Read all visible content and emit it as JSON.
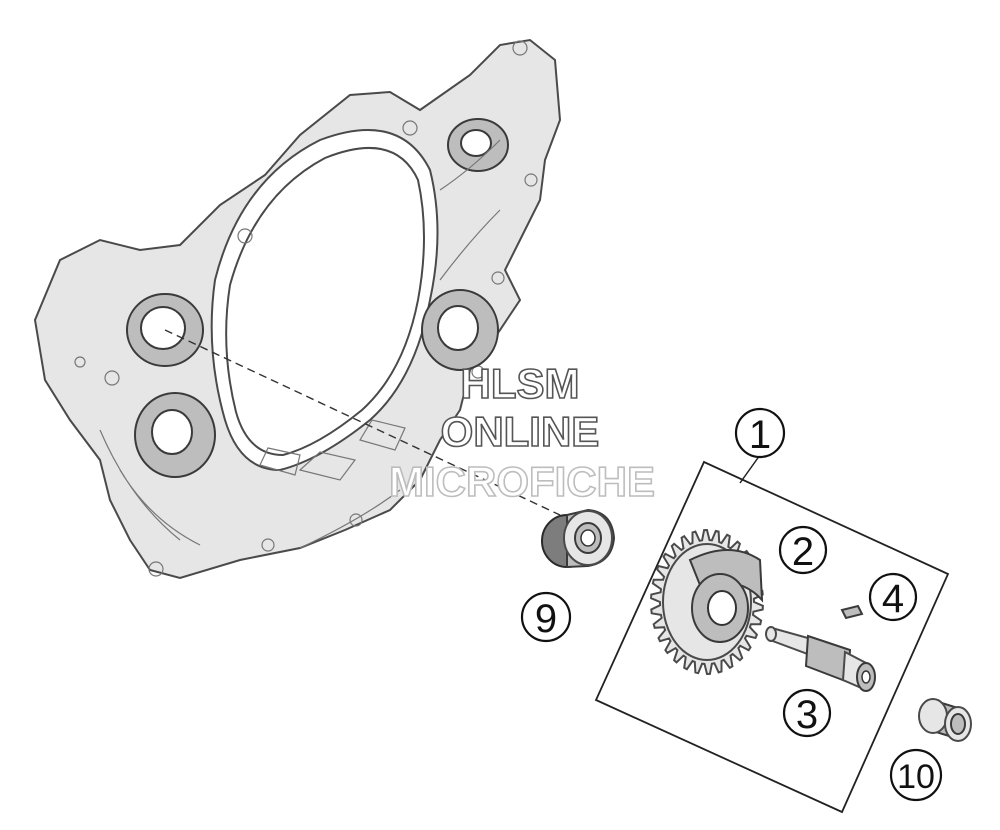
{
  "watermark": {
    "line1": "HLSM",
    "line2": "ONLINE",
    "line3": "MICROFICHE"
  },
  "callouts": [
    {
      "id": "1",
      "label": "1"
    },
    {
      "id": "2",
      "label": "2"
    },
    {
      "id": "3",
      "label": "3"
    },
    {
      "id": "4",
      "label": "4"
    },
    {
      "id": "9",
      "label": "9"
    },
    {
      "id": "10",
      "label": "10"
    }
  ],
  "colors": {
    "line": "#4a4a4a",
    "background": "#ffffff"
  }
}
